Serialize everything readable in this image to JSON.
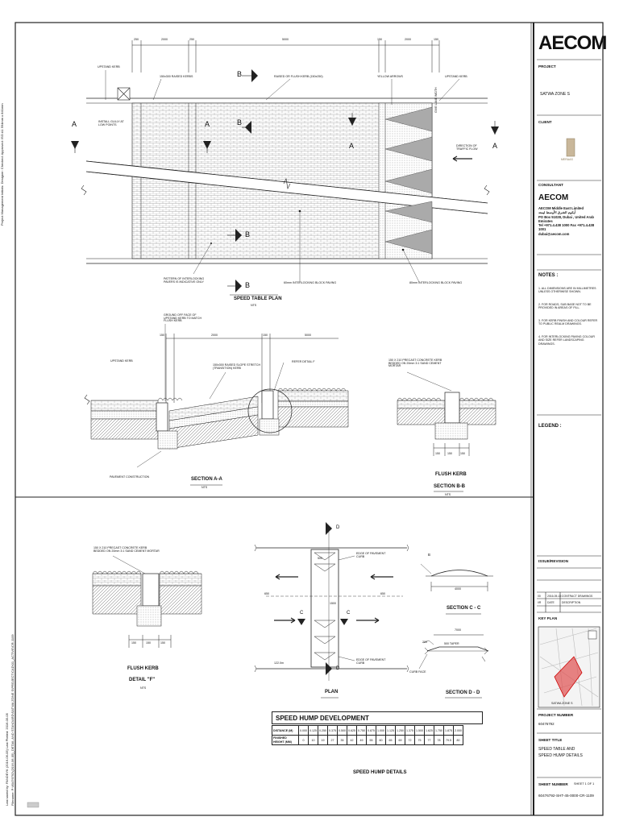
{
  "logo": "AECOM",
  "title_block": {
    "project_label": "PROJECT",
    "project_value": "SATWA ZONE S",
    "client_label": "CLIENT",
    "client_logo_text": "MERAAS",
    "consultant_label": "CONSULTANT",
    "consultant_lines": [
      "AECOM Middle East Limited",
      "أيكوم الشرق الأوسط ليمتد",
      "PO Box 51028, Dubai , United Arab Emirates",
      "Tel +971.4.438 1000   Fax +971.4.438 1001",
      "dubai@aecom.com"
    ],
    "notes_label": "NOTES :",
    "notes": [
      "1.  ALL DIMENSIONS ARE IN MILLIMETRES UNLESS OTHERWISE SHOWN.",
      "2.  FOR ROADS, SUB BASE NOT TO BE PROVIDED IN AREAS OF FILL.",
      "3.  FOR KERB FINISH AND COLOUR REFER TO PUBLIC REALM DRAWINGS.",
      "4.  FOR INTERLOCKING PAVING COLOUR AND SIZE REFER LANDSCAPING DRAWINGS."
    ],
    "legend_label": "LEGEND :",
    "issue_label": "ISSUE/REVISION",
    "issue_row": {
      "rev": "00",
      "date": "2016-05-15",
      "desc": "CONTRACT DRAWINGS"
    },
    "issue_header": {
      "rev": "I/R",
      "date": "DATE",
      "desc": "DESCRIPTION"
    },
    "keyplan_label": "KEY PLAN",
    "keyplan_caption": "SATWA ZONE S",
    "project_number_label": "PROJECT NUMBER",
    "project_number": "60476792",
    "sheet_title_label": "SHEET TITLE",
    "sheet_title": [
      "SPEED TABLE AND",
      "SPEED HUMP DETAILS"
    ],
    "sheet_number_label": "SHEET NUMBER",
    "sheet_of": "SHEET  1 OF 1",
    "sheet_number": "60476792-SHT-45-0000-CR-1109"
  },
  "edge_text": [
    "Last saved by: PANDEYK (2016-06-05)   Last Plotted: 2016-05-05",
    "Filename: P:\\60476792\\(2016-06-05)_DETAIL AND STANDARD\\SATWA ZONE S\\PROJECT\\CAD\\01_ACTIVE\\CR-1109",
    "Project Management Initials:      Designer:      Checked:      Approved:      ISO A1 594mm x 841mm"
  ],
  "plan": {
    "title": "SPEED TABLE PLAN",
    "scale": "NTS",
    "dims_top": [
      "250",
      "2000",
      "250",
      "5000",
      "150",
      "2000",
      "150"
    ],
    "labels": {
      "upstand": "UPSTAND KERB",
      "raised": "150x300 RAISED KERBS",
      "raised_flush": "RAISED OR FLUSH KERB (150x250)",
      "yellow": "YELLOW ARROWS",
      "upstand_r": "UPSTAND KERB",
      "gully": "INSTALL GULLY AT LOW POINTS",
      "gl": "GIVE LANE WIDTH",
      "direction": "DIRECTION OF TRAFFIC FLOW",
      "pattern": "PATTERN OF INTERLOCKING PAVERS IS INDICATIVE ONLY",
      "paving1": "60mm INTERLOCKING BLOCK PAVING",
      "paving2": "80mm INTERLOCKING BLOCK PAVING"
    },
    "section_marks": [
      "A",
      "A",
      "A",
      "A",
      "B",
      "B",
      "B",
      "B"
    ]
  },
  "section_aa": {
    "title": "SECTION A-A",
    "scale": "NTS",
    "dims": [
      "150",
      "2000",
      "150",
      "5000"
    ],
    "labels": {
      "ground": "GROUND OFF FACE OF UPSTAND KERB TO MATCH FLUSH KERB",
      "upstand": "UPSTAND KERB",
      "raised": "150x300 RAISED SLOPE STRETCH (TRANSITION) KERB",
      "refer": "REFER DETAIL F",
      "pavement": "PAVEMENT CONSTRUCTION"
    }
  },
  "section_bb": {
    "title1": "FLUSH KERB",
    "title2": "SECTION B-B",
    "scale": "NTS",
    "label": "150 X 210 PRECAST CONCRETE KERB BEDDED ON 20mm 3:1 SAND CEMENT MORTAR",
    "dims": [
      "150",
      "150",
      "150"
    ]
  },
  "detail_f": {
    "title1": "FLUSH KERB",
    "title2": "DETAIL \"F\"",
    "scale": "NTS",
    "label": "150 X 210 PRECAST CONCRETE KERB BEDDED ON 20mm 3:1 SAND CEMENT MORTAR",
    "dims": [
      "150",
      "150",
      "150"
    ]
  },
  "hump_plan": {
    "title": "PLAN",
    "labels": {
      "edge1": "EDGE OF PAVEMENT CURB",
      "edge2": "EDGE OF PAVEMENT CURB",
      "d1": "D",
      "d2": "D",
      "c1": "C",
      "c2": "C",
      "dim": "122.0m",
      "w1": "650",
      "w2": "650",
      "v1": "1500",
      "v2": "500"
    }
  },
  "section_cc": {
    "title": "SECTION C - C",
    "dim": "4000",
    "b": "B"
  },
  "section_dd": {
    "title": "SECTION D - D",
    "dim": "7000",
    "taper": "500 TAPER",
    "h": "200",
    "curb": "CURB FACE"
  },
  "hump_table": {
    "title": "SPEED HUMP DEVELOPMENT",
    "row1_label": "DISTANCE (M)",
    "row1": [
      "0.000",
      "0.125",
      "0.250",
      "0.375",
      "0.500",
      "0.625",
      "0.750",
      "0.875",
      "1.000",
      "1.125",
      "1.250",
      "1.375",
      "1.500",
      "1.625",
      "1.750",
      "1.875",
      "2.000"
    ],
    "row2_label": "FINISHED HEIGHT (MM)",
    "row2": [
      "0",
      "10",
      "19",
      "27",
      "35",
      "42",
      "49",
      "55",
      "60",
      "65",
      "69",
      "72",
      "75",
      "77",
      "78",
      "79.5",
      "80"
    ],
    "caption": "SPEED HUMP DETAILS"
  }
}
